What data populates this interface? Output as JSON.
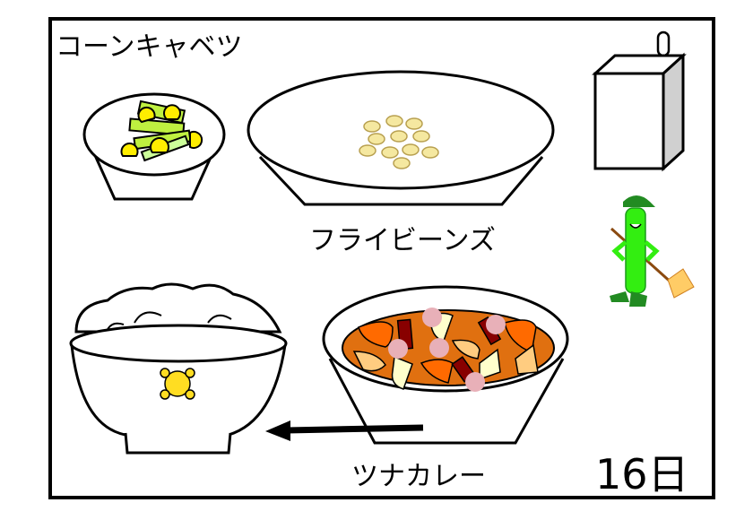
{
  "menu": {
    "salad_label": "コーンキャベツ",
    "side_label": "フライビーンズ",
    "main_label": "ツナカレー",
    "date_label": "16日"
  },
  "colors": {
    "curry": "#e07010",
    "carrot": "#ff6a00",
    "potato": "#ffffcc",
    "onion": "#ffcc80",
    "sausage": "#880000",
    "tuna": "#e8b0b8",
    "cabbage": "#bff040",
    "corn": "#ffee00",
    "bean": "#f5e8a0",
    "mascot": "#33ee11"
  }
}
